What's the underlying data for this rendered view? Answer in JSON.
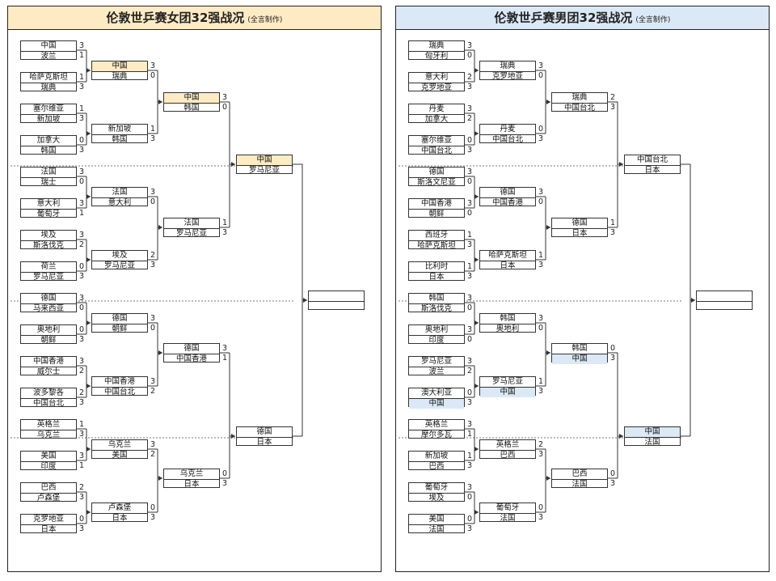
{
  "women": {
    "title": "伦敦世乒赛女团32强战况",
    "subtitle": "(全言制作)",
    "r32": [
      {
        "a": "中国",
        "sa": "3",
        "b": "波兰",
        "sb": "1"
      },
      {
        "a": "哈萨克斯坦",
        "sa": "1",
        "b": "瑞典",
        "sb": "3"
      },
      {
        "a": "塞尔维亚",
        "sa": "1",
        "b": "新加坡",
        "sb": "3"
      },
      {
        "a": "加拿大",
        "sa": "0",
        "b": "韩国",
        "sb": "3"
      },
      {
        "a": "法国",
        "sa": "3",
        "b": "瑞士",
        "sb": "0"
      },
      {
        "a": "意大利",
        "sa": "3",
        "b": "葡萄牙",
        "sb": "1"
      },
      {
        "a": "埃及",
        "sa": "3",
        "b": "斯洛伐克",
        "sb": "2"
      },
      {
        "a": "荷兰",
        "sa": "0",
        "b": "罗马尼亚",
        "sb": "3"
      },
      {
        "a": "德国",
        "sa": "3",
        "b": "马来西亚",
        "sb": "0"
      },
      {
        "a": "奥地利",
        "sa": "0",
        "b": "朝鲜",
        "sb": "3"
      },
      {
        "a": "中国香港",
        "sa": "3",
        "b": "威尔士",
        "sb": "2"
      },
      {
        "a": "波多黎各",
        "sa": "2",
        "b": "中国台北",
        "sb": "3"
      },
      {
        "a": "英格兰",
        "sa": "1",
        "b": "乌克兰",
        "sb": "3"
      },
      {
        "a": "美国",
        "sa": "3",
        "b": "印度",
        "sb": "1"
      },
      {
        "a": "巴西",
        "sa": "2",
        "b": "卢森堡",
        "sb": "3"
      },
      {
        "a": "克罗地亚",
        "sa": "0",
        "b": "日本",
        "sb": "3"
      }
    ],
    "r16": [
      {
        "a": "中国",
        "sa": "3",
        "b": "瑞典",
        "sb": "0"
      },
      {
        "a": "新加坡",
        "sa": "1",
        "b": "韩国",
        "sb": "3"
      },
      {
        "a": "法国",
        "sa": "3",
        "b": "意大利",
        "sb": "0"
      },
      {
        "a": "埃及",
        "sa": "2",
        "b": "罗马尼亚",
        "sb": "3"
      },
      {
        "a": "德国",
        "sa": "3",
        "b": "朝鲜",
        "sb": "0"
      },
      {
        "a": "中国香港",
        "sa": "3",
        "b": "中国台北",
        "sb": "2"
      },
      {
        "a": "乌克兰",
        "sa": "3",
        "b": "美国",
        "sb": "2"
      },
      {
        "a": "卢森堡",
        "sa": "0",
        "b": "日本",
        "sb": "3"
      }
    ],
    "qf": [
      {
        "a": "中国",
        "sa": "3",
        "b": "韩国",
        "sb": "0"
      },
      {
        "a": "法国",
        "sa": "1",
        "b": "罗马尼亚",
        "sb": "3"
      },
      {
        "a": "德国",
        "sa": "3",
        "b": "中国香港",
        "sb": "1"
      },
      {
        "a": "乌克兰",
        "sa": "0",
        "b": "日本",
        "sb": "3"
      }
    ],
    "sf": [
      {
        "a": "中国",
        "sa": "",
        "b": "罗马尼亚",
        "sb": ""
      },
      {
        "a": "德国",
        "sa": "",
        "b": "日本",
        "sb": ""
      }
    ],
    "final": {
      "a": "",
      "sa": "",
      "b": "",
      "sb": ""
    }
  },
  "men": {
    "title": "伦敦世乒赛男团32强战况",
    "subtitle": "(全言制作)",
    "r32": [
      {
        "a": "瑞典",
        "sa": "3",
        "b": "匈牙利",
        "sb": "0"
      },
      {
        "a": "意大利",
        "sa": "2",
        "b": "克罗地亚",
        "sb": "3"
      },
      {
        "a": "丹麦",
        "sa": "3",
        "b": "加拿大",
        "sb": "2"
      },
      {
        "a": "塞尔维亚",
        "sa": "0",
        "b": "中国台北",
        "sb": "3"
      },
      {
        "a": "德国",
        "sa": "3",
        "b": "斯洛文尼亚",
        "sb": "0"
      },
      {
        "a": "中国香港",
        "sa": "3",
        "b": "朝鲜",
        "sb": "0"
      },
      {
        "a": "西班牙",
        "sa": "1",
        "b": "哈萨克斯坦",
        "sb": "3"
      },
      {
        "a": "比利时",
        "sa": "1",
        "b": "日本",
        "sb": "3"
      },
      {
        "a": "韩国",
        "sa": "3",
        "b": "斯洛伐克",
        "sb": "0"
      },
      {
        "a": "奥地利",
        "sa": "3",
        "b": "印度",
        "sb": "0"
      },
      {
        "a": "罗马尼亚",
        "sa": "3",
        "b": "波兰",
        "sb": "2"
      },
      {
        "a": "澳大利亚",
        "sa": "0",
        "b": "中国",
        "sb": "3"
      },
      {
        "a": "英格兰",
        "sa": "3",
        "b": "摩尔多瓦",
        "sb": "1"
      },
      {
        "a": "新加坡",
        "sa": "1",
        "b": "巴西",
        "sb": "3"
      },
      {
        "a": "葡萄牙",
        "sa": "3",
        "b": "埃及",
        "sb": "0"
      },
      {
        "a": "美国",
        "sa": "0",
        "b": "法国",
        "sb": "3"
      }
    ],
    "r16": [
      {
        "a": "瑞典",
        "sa": "3",
        "b": "克罗地亚",
        "sb": "0"
      },
      {
        "a": "丹麦",
        "sa": "0",
        "b": "中国台北",
        "sb": "3"
      },
      {
        "a": "德国",
        "sa": "3",
        "b": "中国香港",
        "sb": "0"
      },
      {
        "a": "哈萨克斯坦",
        "sa": "1",
        "b": "日本",
        "sb": "3"
      },
      {
        "a": "韩国",
        "sa": "3",
        "b": "奥地利",
        "sb": "0"
      },
      {
        "a": "罗马尼亚",
        "sa": "1",
        "b": "中国",
        "sb": "3"
      },
      {
        "a": "英格兰",
        "sa": "2",
        "b": "巴西",
        "sb": "3"
      },
      {
        "a": "葡萄牙",
        "sa": "0",
        "b": "法国",
        "sb": "3"
      }
    ],
    "qf": [
      {
        "a": "瑞典",
        "sa": "2",
        "b": "中国台北",
        "sb": "3"
      },
      {
        "a": "德国",
        "sa": "1",
        "b": "日本",
        "sb": "3"
      },
      {
        "a": "韩国",
        "sa": "0",
        "b": "中国",
        "sb": "3"
      },
      {
        "a": "巴西",
        "sa": "0",
        "b": "法国",
        "sb": "3"
      }
    ],
    "sf": [
      {
        "a": "中国台北",
        "sa": "",
        "b": "日本",
        "sb": ""
      },
      {
        "a": "中国",
        "sa": "",
        "b": "法国",
        "sb": ""
      }
    ],
    "final": {
      "a": "",
      "sa": "",
      "b": "",
      "sb": ""
    }
  },
  "colors": {
    "women_highlight": "#fdebc4",
    "men_highlight": "#dbe9f6",
    "line": "#333333"
  }
}
